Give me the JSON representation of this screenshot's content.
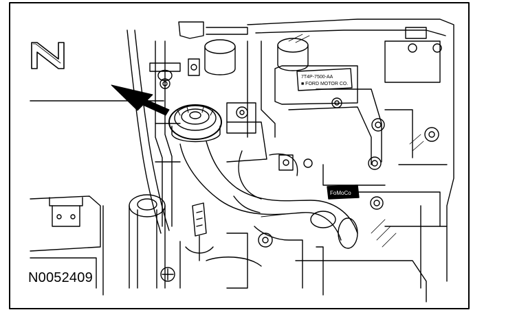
{
  "figure": {
    "id_label": "N0052409",
    "orientation_letter": "N",
    "part_label_line1": "7T4P-7500-AA",
    "part_label_line2": "■ FORD MOTOR CO.",
    "plate_text": "FoMoCo",
    "callout": "arrow-pointing-to-reservoir-cap"
  },
  "colors": {
    "line": "#000000",
    "background": "#ffffff"
  }
}
